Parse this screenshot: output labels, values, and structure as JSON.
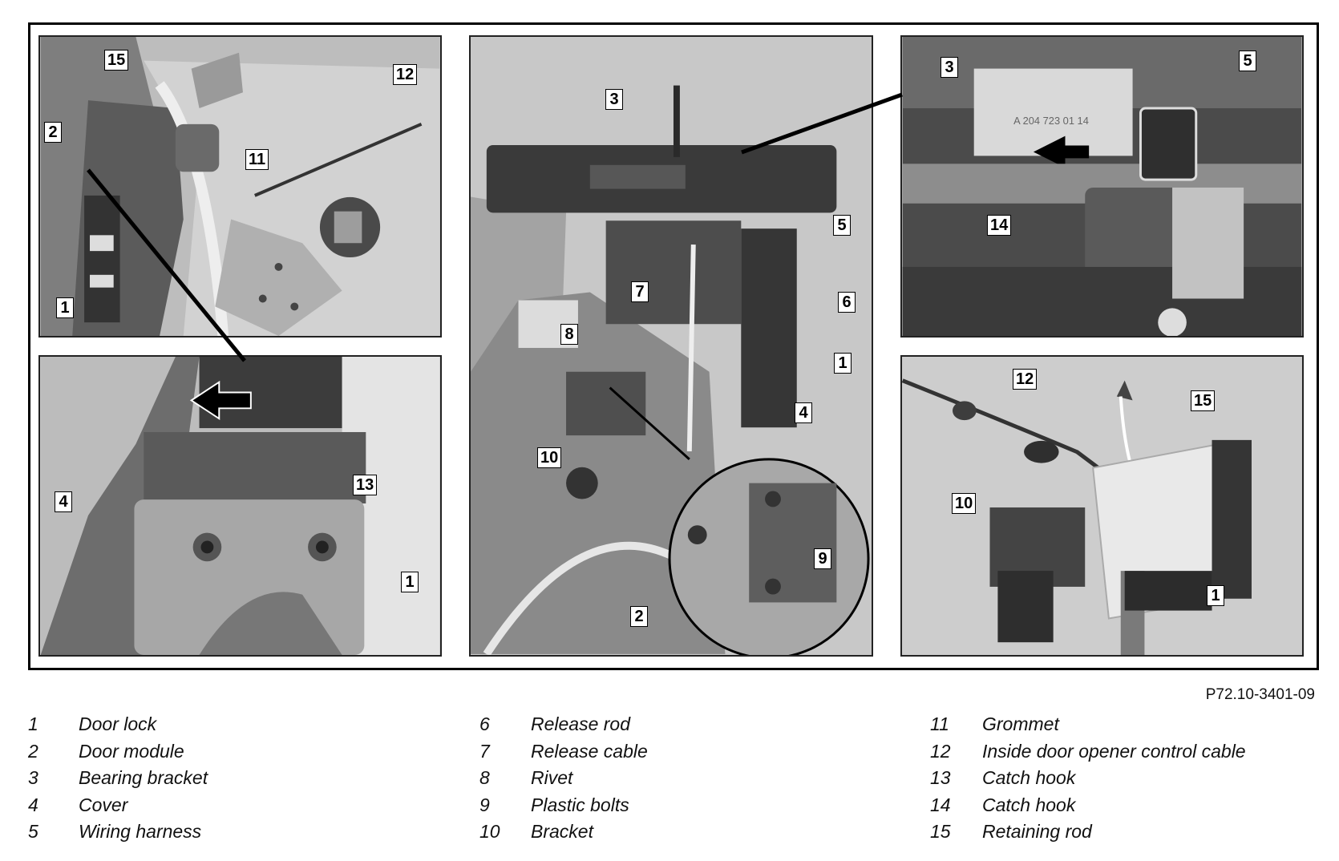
{
  "figure_ref": "P72.10-3401-09",
  "callouts": {
    "p1": [
      "15",
      "12",
      "2",
      "11",
      "1"
    ],
    "p2": [
      "13",
      "4",
      "1"
    ],
    "p3": [
      "3",
      "5",
      "6",
      "7",
      "8",
      "1",
      "4",
      "10",
      "9",
      "2"
    ],
    "p4": [
      "3",
      "5",
      "14"
    ],
    "p5": [
      "12",
      "15",
      "10",
      "1"
    ]
  },
  "part_marking": "A 204 723 01 14",
  "legend": [
    {
      "num": "1",
      "label": "Door lock"
    },
    {
      "num": "2",
      "label": "Door module"
    },
    {
      "num": "3",
      "label": "Bearing bracket"
    },
    {
      "num": "4",
      "label": "Cover"
    },
    {
      "num": "5",
      "label": "Wiring harness"
    },
    {
      "num": "6",
      "label": "Release rod"
    },
    {
      "num": "7",
      "label": "Release cable"
    },
    {
      "num": "8",
      "label": "Rivet"
    },
    {
      "num": "9",
      "label": "Plastic bolts"
    },
    {
      "num": "10",
      "label": "Bracket"
    },
    {
      "num": "11",
      "label": "Grommet"
    },
    {
      "num": "12",
      "label": "Inside door opener control cable"
    },
    {
      "num": "13",
      "label": "Catch hook"
    },
    {
      "num": "14",
      "label": "Catch hook"
    },
    {
      "num": "15",
      "label": "Retaining rod"
    }
  ]
}
